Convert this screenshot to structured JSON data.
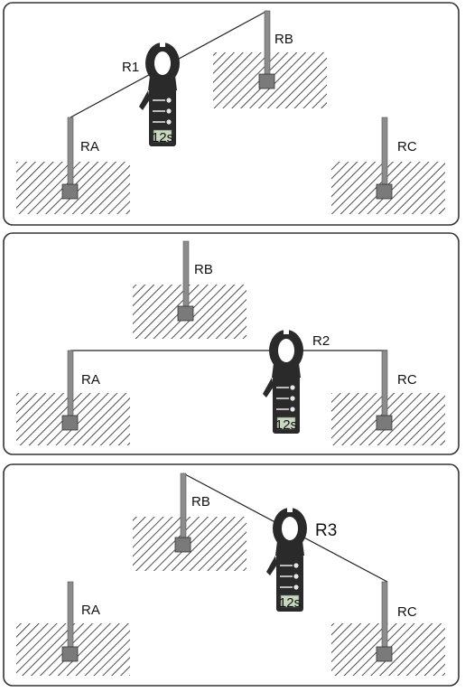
{
  "panels": [
    {
      "id": "panel-1",
      "rods": {
        "ra": "RA",
        "rb": "RB",
        "rc": "RC"
      },
      "meter_label": "R1",
      "display": "12s"
    },
    {
      "id": "panel-2",
      "rods": {
        "ra": "RA",
        "rb": "RB",
        "rc": "RC"
      },
      "meter_label": "R2",
      "display": "12s"
    },
    {
      "id": "panel-3",
      "rods": {
        "ra": "RA",
        "rb": "RB",
        "rc": "RC"
      },
      "meter_label": "R3",
      "display": "12s"
    }
  ],
  "colors": {
    "meter_body": "#2a2a2a",
    "display_bg": "#c8d8c0",
    "hatch": "#222222"
  },
  "icons": [
    "clamp-earth-tester-icon",
    "ground-rod-icon",
    "soil-hatch-icon"
  ]
}
